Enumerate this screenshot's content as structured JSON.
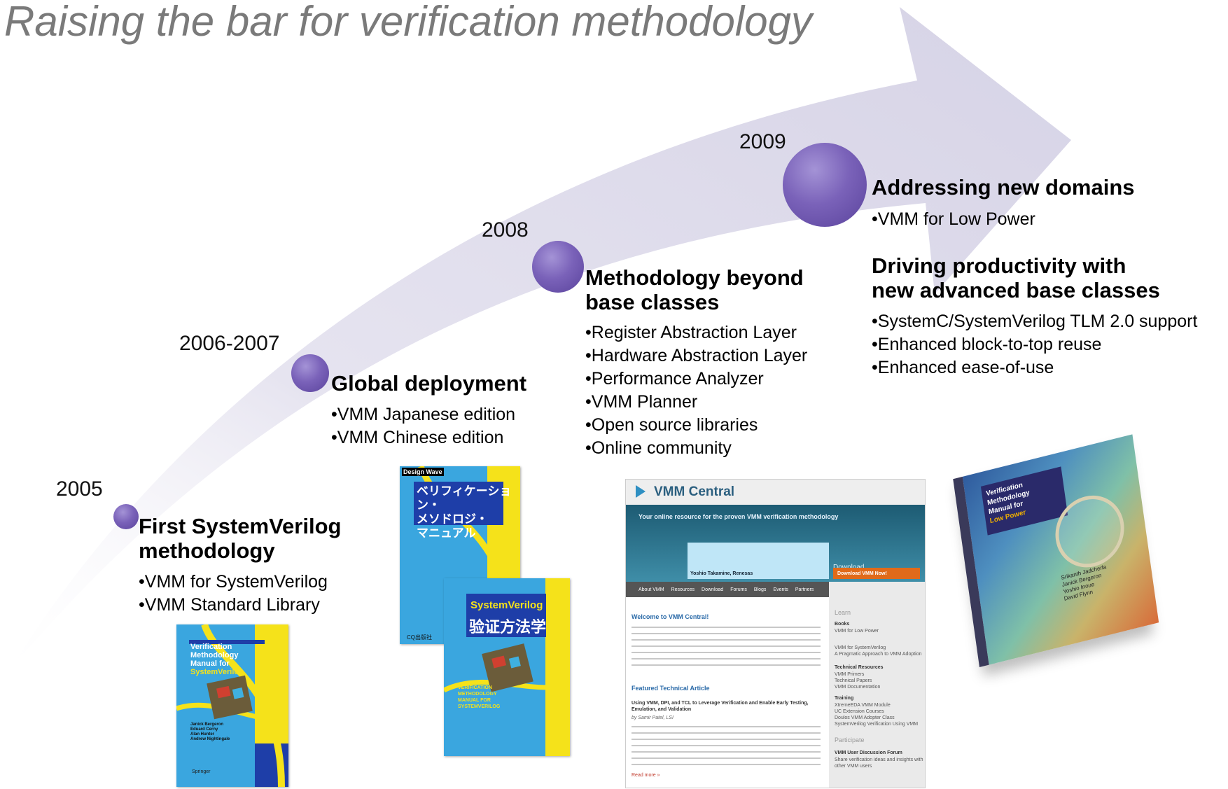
{
  "title": "Raising the bar for verification methodology",
  "milestones": [
    {
      "year": "2005",
      "heading": [
        "First SystemVerilog",
        "methodology"
      ],
      "bullets": [
        "VMM for SystemVerilog",
        "VMM Standard Library"
      ]
    },
    {
      "year": "2006-2007",
      "heading": [
        "Global deployment"
      ],
      "bullets": [
        "VMM Japanese edition",
        "VMM Chinese edition"
      ]
    },
    {
      "year": "2008",
      "heading": [
        "Methodology beyond",
        "base classes"
      ],
      "bullets": [
        "Register Abstraction Layer",
        "Hardware Abstraction Layer",
        "Performance Analyzer",
        "VMM Planner",
        "Open source libraries",
        "Online community"
      ]
    },
    {
      "year": "2009",
      "heading": [
        "Addressing new domains"
      ],
      "bullets": [
        "VMM for Low Power"
      ],
      "heading2": [
        "Driving productivity with",
        "new advanced base classes"
      ],
      "bullets2": [
        "SystemC/SystemVerilog TLM 2.0 support",
        "Enhanced block-to-top reuse",
        "Enhanced ease-of-use"
      ]
    }
  ],
  "book_en": {
    "title": [
      "Verification",
      "Methodology",
      "Manual for",
      "SystemVerilog"
    ],
    "authors": [
      "Janick Bergeron",
      "Eduard Cerny",
      "Alan Hunter",
      "Andrew Nightingale"
    ],
    "publisher": "Springer"
  },
  "book_jp": {
    "brand": "Design Wave",
    "title": [
      "ベリフィケーション・",
      "メソドロジ・",
      "マニュアル"
    ],
    "publisher": "CQ出版社"
  },
  "book_cn": {
    "title_en": "SystemVerilog",
    "title_cn": "验证方法学",
    "subtitle": [
      "VERIFICATION",
      "METHODOLOGY",
      "MANUAL FOR",
      "SYSTEMVERILOG"
    ]
  },
  "book_lp": {
    "title": [
      "Verification",
      "Methodology",
      "Manual for",
      "Low Power"
    ],
    "authors": [
      "Srikanth Jadcherla",
      "Janick Bergeron",
      "Yoshio Inoue",
      "David Flynn"
    ]
  },
  "website": {
    "logo": "VMM Central",
    "tagline": "Your online resource for the proven VMM verification methodology",
    "quote_author": "Yoshio Takamine, Renesas",
    "nav": [
      "About VMM",
      "Resources",
      "Download",
      "Forums",
      "Blogs",
      "Events",
      "Partners"
    ],
    "download_heading": "Download",
    "download_button": "Download VMM Now!",
    "welcome": "Welcome to VMM Central!",
    "featured": "Featured Technical Article",
    "article_title": "Using VMM, DPI, and TCL to Leverage Verification and Enable Early Testing, Emulation, and Validation",
    "article_author": "by Samir Patel, LSI",
    "read_more": "Read more »",
    "side": [
      {
        "h": "Learn",
        "items": []
      },
      {
        "h": "Books",
        "items": [
          "VMM for Low Power",
          "VMM for SystemVerilog",
          "A Pragmatic Approach to VMM Adoption"
        ]
      },
      {
        "h": "Technical Resources",
        "items": [
          "VMM Primers",
          "Technical Papers",
          "VMM Documentation"
        ]
      },
      {
        "h": "Training",
        "items": [
          "XtremeEDA VMM Module",
          "UC Extension Courses",
          "Doulos VMM Adopter Class",
          "SystemVerilog Verification Using VMM"
        ]
      },
      {
        "h": "Participate",
        "items": []
      },
      {
        "h": "VMM User Discussion Forum",
        "items": [
          "Share verification ideas and insights with",
          "other VMM users"
        ]
      }
    ]
  },
  "colors": {
    "arrow": "#dcdaea",
    "dot": "#7a62b9",
    "title": "#7a7a7a",
    "site_header": "#2e6f86",
    "download": "#e06a1a"
  }
}
